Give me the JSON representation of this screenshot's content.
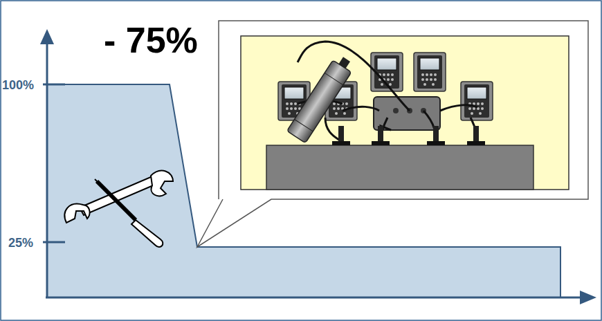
{
  "diagram": {
    "labels": [
      "- 75%",
      "100%",
      "25%"
    ]
  }
}
